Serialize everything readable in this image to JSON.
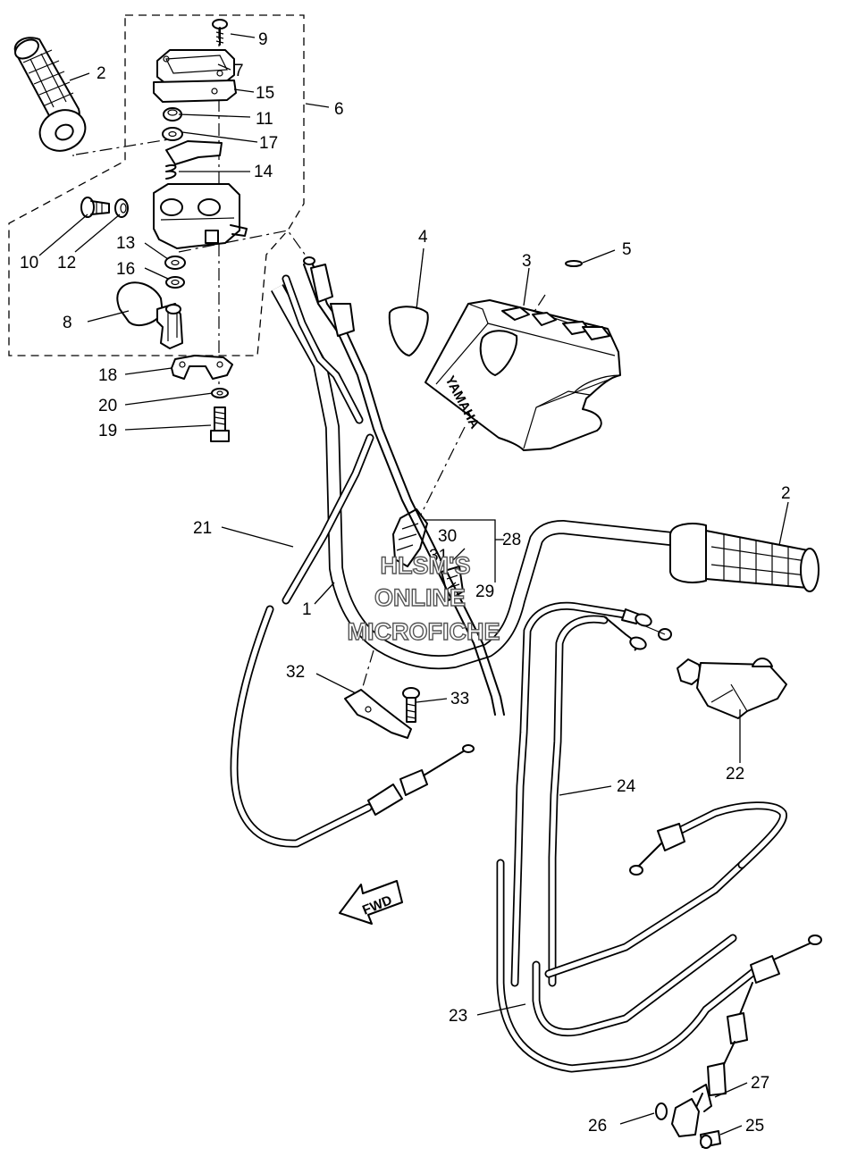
{
  "callouts": [
    {
      "id": "c9",
      "label": "9"
    },
    {
      "id": "c7",
      "label": "7"
    },
    {
      "id": "c15",
      "label": "15"
    },
    {
      "id": "c6",
      "label": "6"
    },
    {
      "id": "c11",
      "label": "11"
    },
    {
      "id": "c17",
      "label": "17"
    },
    {
      "id": "c14",
      "label": "14"
    },
    {
      "id": "c2a",
      "label": "2"
    },
    {
      "id": "c10",
      "label": "10"
    },
    {
      "id": "c12",
      "label": "12"
    },
    {
      "id": "c13",
      "label": "13"
    },
    {
      "id": "c16",
      "label": "16"
    },
    {
      "id": "c8",
      "label": "8"
    },
    {
      "id": "c18",
      "label": "18"
    },
    {
      "id": "c20",
      "label": "20"
    },
    {
      "id": "c19",
      "label": "19"
    },
    {
      "id": "c4",
      "label": "4"
    },
    {
      "id": "c3",
      "label": "3"
    },
    {
      "id": "c5",
      "label": "5"
    },
    {
      "id": "c21",
      "label": "21"
    },
    {
      "id": "c1",
      "label": "1"
    },
    {
      "id": "c30",
      "label": "30"
    },
    {
      "id": "c31",
      "label": "31"
    },
    {
      "id": "c28",
      "label": "28"
    },
    {
      "id": "c29",
      "label": "29"
    },
    {
      "id": "c2b",
      "label": "2"
    },
    {
      "id": "c32",
      "label": "32"
    },
    {
      "id": "c33",
      "label": "33"
    },
    {
      "id": "c22",
      "label": "22"
    },
    {
      "id": "c24",
      "label": "24"
    },
    {
      "id": "c23",
      "label": "23"
    },
    {
      "id": "c27",
      "label": "27"
    },
    {
      "id": "c26",
      "label": "26"
    },
    {
      "id": "c25",
      "label": "25"
    }
  ],
  "cover_brand": "YAMAHA",
  "direction_label": "FWD",
  "watermark": {
    "line1": "HLSM'S",
    "line2": "ONLINE",
    "line3": "MICROFICHE"
  }
}
